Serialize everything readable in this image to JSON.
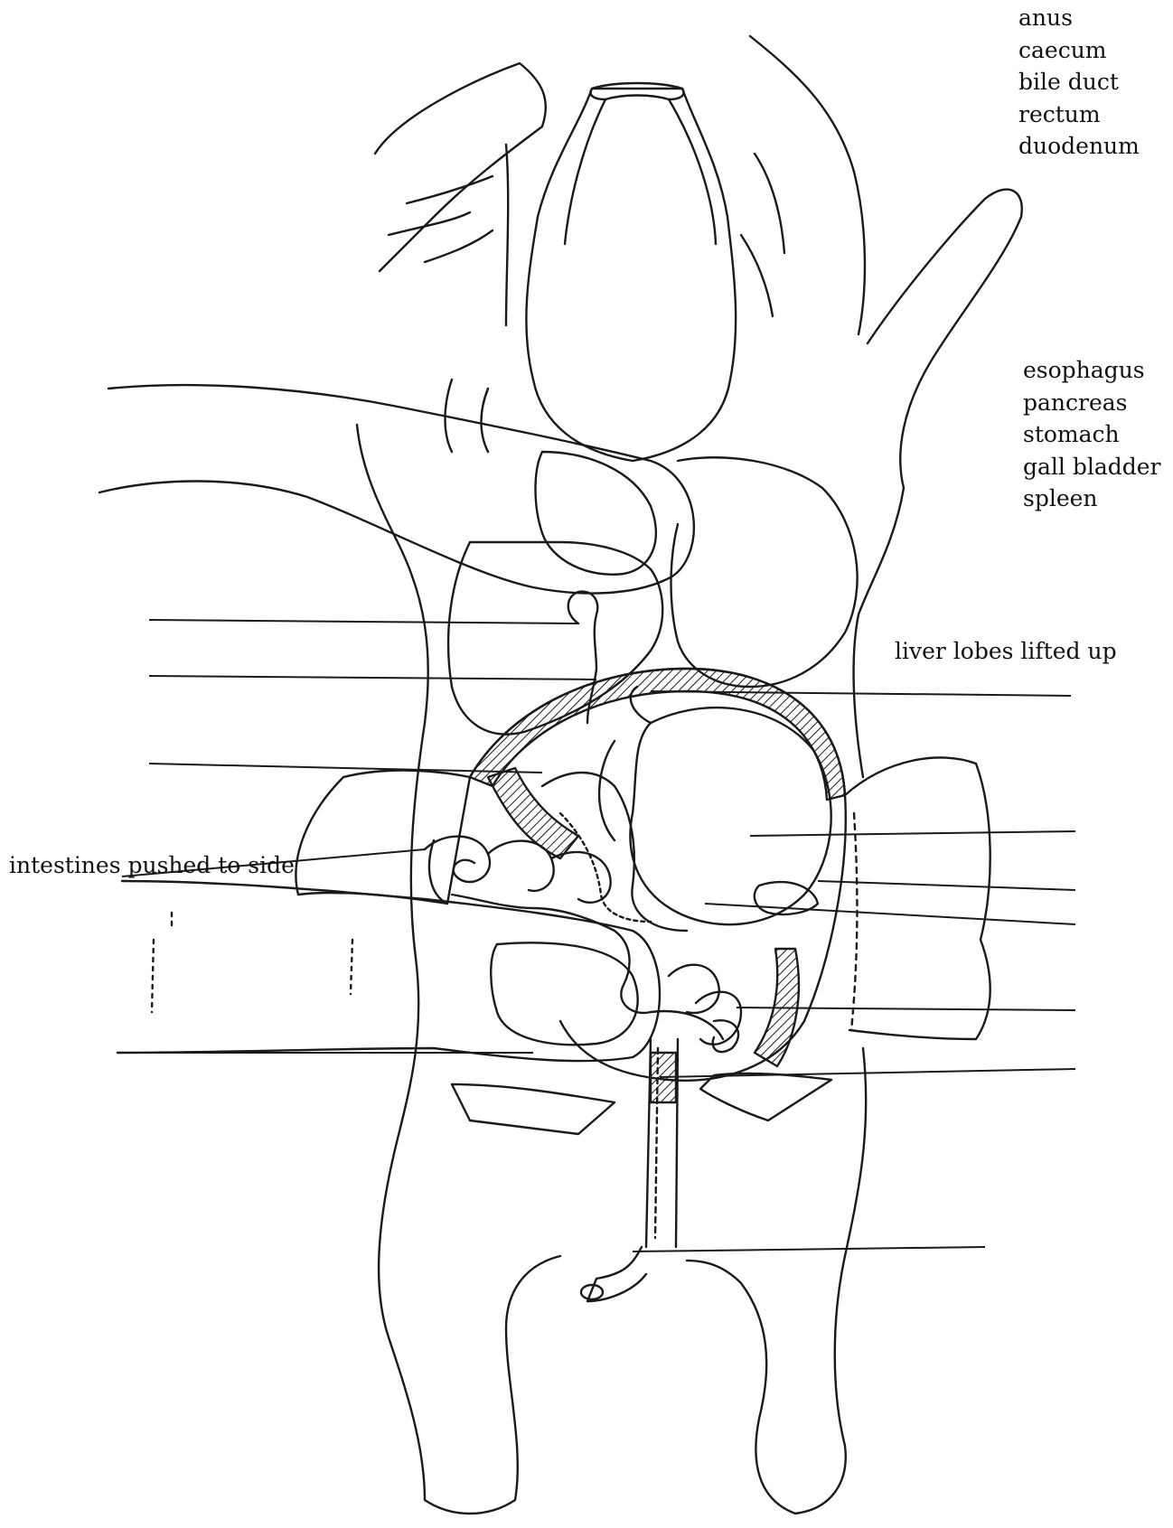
{
  "word_bank_top": [
    "anus",
    "caecum",
    "bile duct",
    "rectum",
    "duodenum"
  ],
  "word_bank_middle": [
    "esophagus",
    "pancreas",
    "stomach",
    "gall bladder",
    "spleen"
  ],
  "annotations": {
    "liver_note": "liver lobes lifted up",
    "intestine_note": "intestines pushed to side"
  },
  "blank_label_lines": {
    "left_count": 5,
    "right_count": 7
  },
  "colors": {
    "line": "#1a1a1a",
    "hatch": "#1a1a1a",
    "background": "#ffffff"
  }
}
